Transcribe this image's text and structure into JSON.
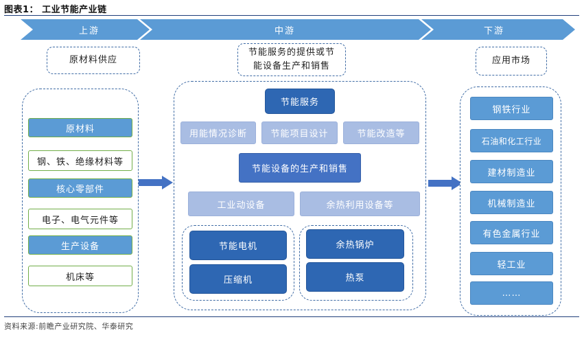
{
  "title": "图表1： 工业节能产业链",
  "source": "资料来源:前瞻产业研究院、华泰研究",
  "stages": [
    "上游",
    "中游",
    "下游"
  ],
  "colors": {
    "chevron": "#5b9bd5",
    "frame": "#3d6aa4",
    "green": "#70ad47"
  },
  "upstream": {
    "header": "原材料供应",
    "items": [
      {
        "label": "原材料",
        "style": "filled"
      },
      {
        "label": "钢、铁、绝缘材料等",
        "style": "outline"
      },
      {
        "label": "核心零部件",
        "style": "filled"
      },
      {
        "label": "电子、电气元件等",
        "style": "outline"
      },
      {
        "label": "生产设备",
        "style": "filled"
      },
      {
        "label": "机床等",
        "style": "outline"
      }
    ]
  },
  "midstream": {
    "header_line1": "节能服务的提供或节",
    "header_line2": "能设备生产和销售",
    "service": "节能服务",
    "service_items": [
      "用能情况诊断",
      "节能项目设计",
      "节能改造等"
    ],
    "equipment": "节能设备的生产和销售",
    "equipment_items": [
      "工业动设备",
      "余热利用设备等"
    ],
    "left_group": [
      "节能电机",
      "压缩机"
    ],
    "right_group": [
      "余热锅炉",
      "热泵"
    ]
  },
  "downstream": {
    "header": "应用市场",
    "items": [
      "钢铁行业",
      "石油和化工行业",
      "建材制造业",
      "机械制造业",
      "有色金属行业",
      "轻工业",
      "……"
    ]
  }
}
